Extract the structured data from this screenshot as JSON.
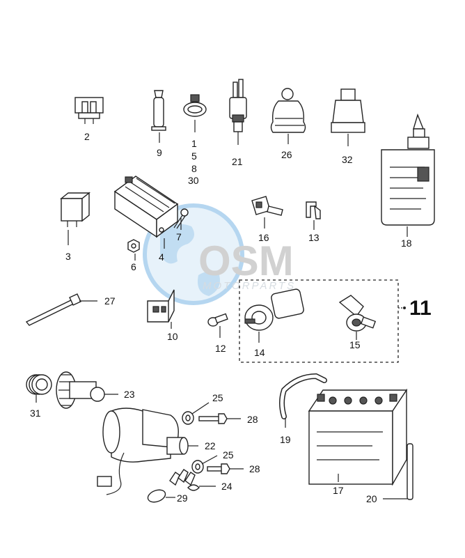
{
  "watermark": {
    "brand": "OSM",
    "subtitle": "MOTORPARTS",
    "colors": {
      "globe": "#9cc9ea",
      "text": "#c9c9c9"
    }
  },
  "group_label": "11",
  "callouts": [
    {
      "id": "c2",
      "text": "2"
    },
    {
      "id": "c9",
      "text": "9"
    },
    {
      "id": "c1",
      "text": "1"
    },
    {
      "id": "c5",
      "text": "5"
    },
    {
      "id": "c8",
      "text": "8"
    },
    {
      "id": "c30",
      "text": "30"
    },
    {
      "id": "c21",
      "text": "21"
    },
    {
      "id": "c26",
      "text": "26"
    },
    {
      "id": "c32",
      "text": "32"
    },
    {
      "id": "c18",
      "text": "18"
    },
    {
      "id": "c3",
      "text": "3"
    },
    {
      "id": "c4",
      "text": "4"
    },
    {
      "id": "c6",
      "text": "6"
    },
    {
      "id": "c7",
      "text": "7"
    },
    {
      "id": "c16",
      "text": "16"
    },
    {
      "id": "c13",
      "text": "13"
    },
    {
      "id": "c27",
      "text": "27"
    },
    {
      "id": "c10",
      "text": "10"
    },
    {
      "id": "c12",
      "text": "12"
    },
    {
      "id": "c14",
      "text": "14"
    },
    {
      "id": "c15",
      "text": "15"
    },
    {
      "id": "c31",
      "text": "31"
    },
    {
      "id": "c23",
      "text": "23"
    },
    {
      "id": "c25a",
      "text": "25"
    },
    {
      "id": "c28a",
      "text": "28"
    },
    {
      "id": "c22",
      "text": "22"
    },
    {
      "id": "c25b",
      "text": "25"
    },
    {
      "id": "c28b",
      "text": "28"
    },
    {
      "id": "c24",
      "text": "24"
    },
    {
      "id": "c29",
      "text": "29"
    },
    {
      "id": "c19",
      "text": "19"
    },
    {
      "id": "c17",
      "text": "17"
    },
    {
      "id": "c20",
      "text": "20"
    }
  ]
}
